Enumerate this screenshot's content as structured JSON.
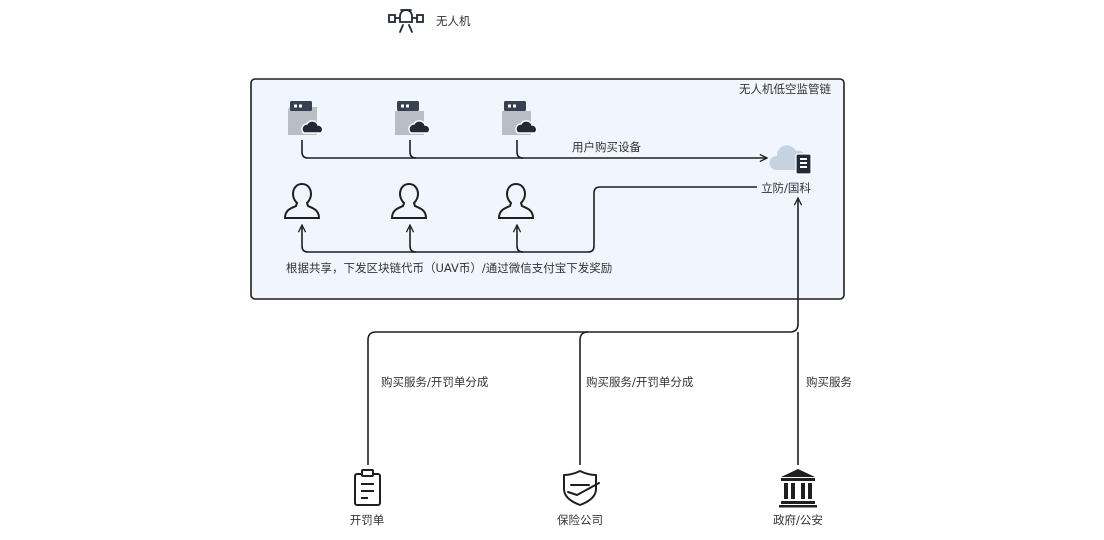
{
  "legend": {
    "drone_label": "无人机"
  },
  "chain": {
    "title": "无人机低空监管链",
    "purchase_label": "用户购买设备",
    "provider_label": "立防/国科",
    "reward_label": "根据共享，下发区块链代币（UAV币）/通过微信支付宝下发奖励"
  },
  "flows": {
    "ticket_flow": "购买服务/开罚单分成",
    "insurance_flow": "购买服务/开罚单分成",
    "gov_flow": "购买服务"
  },
  "entities": {
    "ticket": "开罚单",
    "insurance": "保险公司",
    "gov": "政府/公安"
  },
  "colors": {
    "panel_fill": "#f1f5fd",
    "panel_stroke": "#1f1f1f",
    "icon_dark": "#1f2937",
    "icon_gray": "#b8bec6",
    "cloud_blue": "#c5d2e0"
  }
}
